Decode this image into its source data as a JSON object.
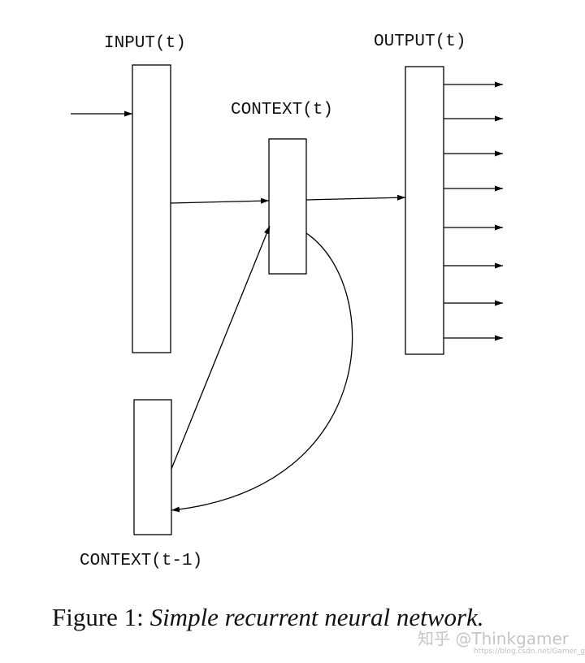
{
  "labels": {
    "input": "INPUT(t)",
    "context": "CONTEXT(t)",
    "output": "OUTPUT(t)",
    "context_prev": "CONTEXT(t-1)"
  },
  "caption": {
    "prefix": "Figure 1: ",
    "title": "Simple recurrent neural network."
  },
  "watermark": {
    "brand": "知乎 @Thinkgamer",
    "url": "https://blog.csdn.net/Gamer_gyt"
  }
}
